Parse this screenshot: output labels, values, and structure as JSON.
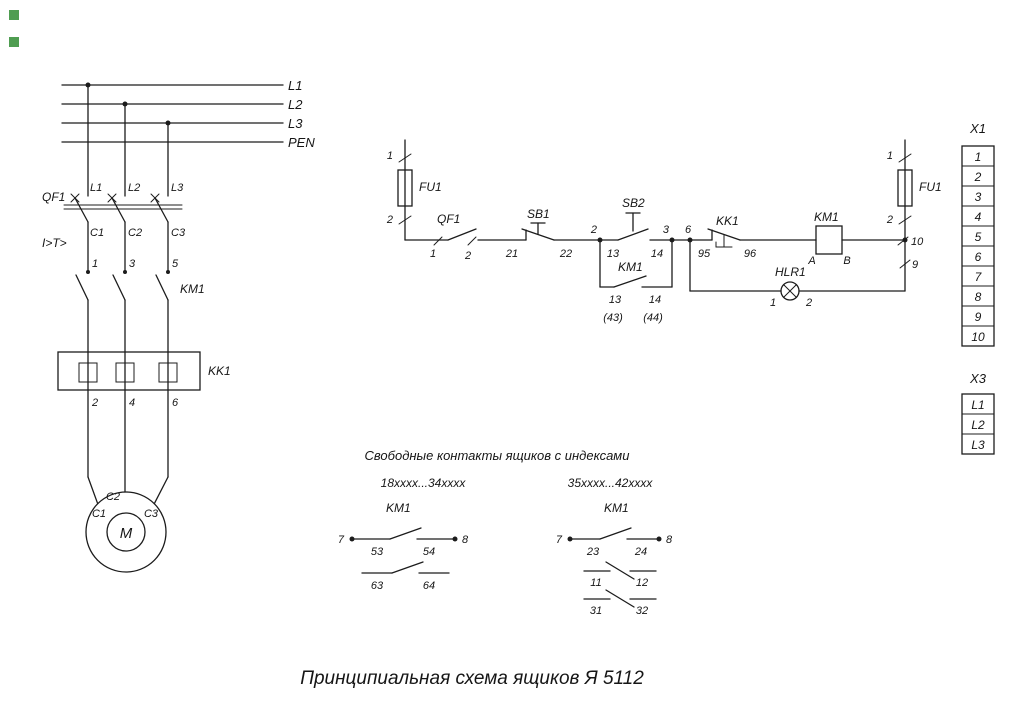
{
  "title": "Принципиальная схема ящиков Я 5112",
  "misc": {
    "marker_color": "#4f9d51"
  },
  "power": {
    "bus_labels": [
      "L1",
      "L2",
      "L3",
      "PEN"
    ],
    "qf1_label": "QF1",
    "qf1_trip": "I>T>",
    "qf1_top": [
      "L1",
      "L2",
      "L3"
    ],
    "qf1_bottom": [
      "C1",
      "C2",
      "C3"
    ],
    "km1_label": "KM1",
    "km1_pins": [
      "1",
      "3",
      "5"
    ],
    "kk1_label": "KK1",
    "kk1_pins": [
      "2",
      "4",
      "6"
    ],
    "motor_label": "M",
    "motor_pins": [
      "C1",
      "C2",
      "C3"
    ]
  },
  "control": {
    "fu1l_label": "FU1",
    "fu1l_top": "1",
    "fu1l_bottom": "2",
    "qf1_label": "QF1",
    "qf1_pins": [
      "1",
      "2"
    ],
    "sb1_label": "SB1",
    "sb1_pins": [
      "21",
      "22"
    ],
    "node2": "2",
    "sb2_label": "SB2",
    "sb2_pins": [
      "13",
      "14"
    ],
    "node3": "3",
    "node6": "6",
    "km1aux_label": "KM1",
    "km1aux_pins": [
      "13",
      "14"
    ],
    "km1aux_alt": [
      "(43)",
      "(44)"
    ],
    "kk1_label": "KK1",
    "kk1_pins": [
      "95",
      "96"
    ],
    "km1coil_label": "KM1",
    "km1coil_pins": [
      "A",
      "B"
    ],
    "hlr1_label": "HLR1",
    "hlr1_pins": [
      "1",
      "2"
    ],
    "fu1r_label": "FU1",
    "fu1r_top": "1",
    "fu1r_bottom": "2",
    "wire10": "10",
    "wire9": "9"
  },
  "terminal_x1": {
    "label": "X1",
    "pins": [
      "1",
      "2",
      "3",
      "4",
      "5",
      "6",
      "7",
      "8",
      "9",
      "10"
    ]
  },
  "terminal_x3": {
    "label": "X3",
    "pins": [
      "L1",
      "L2",
      "L3"
    ]
  },
  "free_contacts": {
    "header": "Свободные контакты ящиков с индексами",
    "group1": {
      "range": "18xxxx...34xxxx",
      "label": "KM1",
      "pin_left": "7",
      "pin_right": "8",
      "row1": [
        "53",
        "54"
      ],
      "row2": [
        "63",
        "64"
      ]
    },
    "group2": {
      "range": "35xxxx...42xxxx",
      "label": "KM1",
      "pin_left": "7",
      "pin_right": "8",
      "row1": [
        "23",
        "24"
      ],
      "row2": [
        "11",
        "12"
      ],
      "row3": [
        "31",
        "32"
      ]
    }
  }
}
